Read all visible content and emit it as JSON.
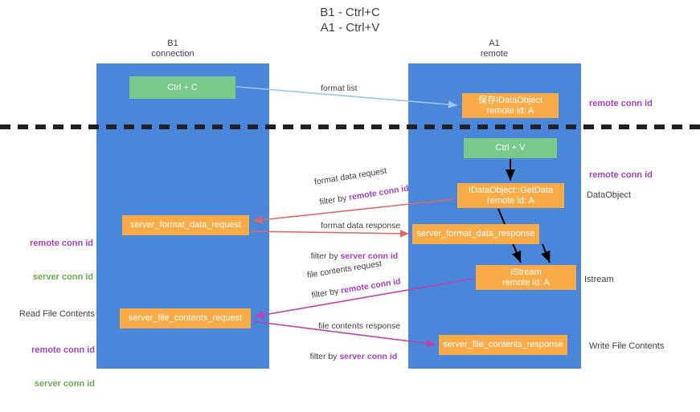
{
  "title": "B1 - Ctrl+C\nA1 - Ctrl+V",
  "columns": {
    "left": "B1\nconnection",
    "right": "A1\nremote"
  },
  "nodes": {
    "ctrl_c": "Ctrl + C",
    "idataobject": "保存IDataObject\nremote id: A",
    "ctrl_v": "Ctrl + V",
    "getdata": "IDataObject::GetData\nremote id: A",
    "server_format_data_request": "server_format_data_request",
    "server_format_data_response": "server_format_data_response",
    "istream": "IStream\nremote id: A",
    "server_file_contents_request": "server_file_contents_request",
    "server_file_contents_response": "server_file_contents_response"
  },
  "annotations": {
    "remote_conn_id_top": "remote conn id",
    "remote_conn_id_mid": "remote conn id",
    "dataobject": "DataObject",
    "istream": "Istream",
    "write_file_contents": "Write File Contents",
    "read_file_contents": "Read File Contents",
    "remote_conn_id": "remote conn id",
    "server_conn_id": "server conn id"
  },
  "edges": {
    "format_list": "format list",
    "format_data_request": "format data request",
    "filter_by_remote_1": "filter by ",
    "format_data_response": "format data response",
    "filter_by_server_1": "filter by ",
    "file_contents_request": "file contents request",
    "filter_by_remote_2": "filter by ",
    "file_contents_response": "file contents response",
    "filter_by_server_2": "filter by ",
    "remote_conn_id": "remote conn id",
    "server_conn_id": "server conn id"
  },
  "colors": {
    "lane": "#4a86d9",
    "green_node": "#78c98a",
    "orange_node": "#f9ab48",
    "purple_text": "#a13fc4",
    "green_text": "#6aa84f",
    "arrow_blue": "#9fc5e8",
    "arrow_red": "#e06666",
    "arrow_magenta": "#c13fb0",
    "arrow_black": "#000000"
  }
}
